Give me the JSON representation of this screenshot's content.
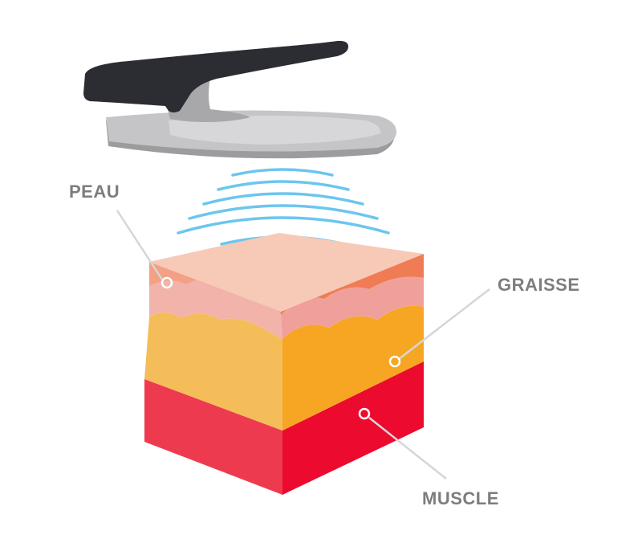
{
  "labels": {
    "skin": "PEAU",
    "fat": "GRAISSE",
    "muscle": "MUSCLE"
  },
  "colors": {
    "label_text": "#7d7d7d",
    "leader_line": "#d6d6d6",
    "waves": "#6cc6ee",
    "device_handle": "#2b2d33",
    "device_body": "#c8c8c8",
    "skin_top": "#f6c6b5",
    "skin_edge": "#ef7c55",
    "dermis": "#f2aaa3",
    "fat_front": "#f4bd5a",
    "fat_side": "#f6a623",
    "muscle_front": "#ee3a4f",
    "muscle_side": "#ec0a2e"
  },
  "icons": {
    "device": "ultrasound-applicator-icon",
    "waves": "ultrasound-waves-icon"
  }
}
